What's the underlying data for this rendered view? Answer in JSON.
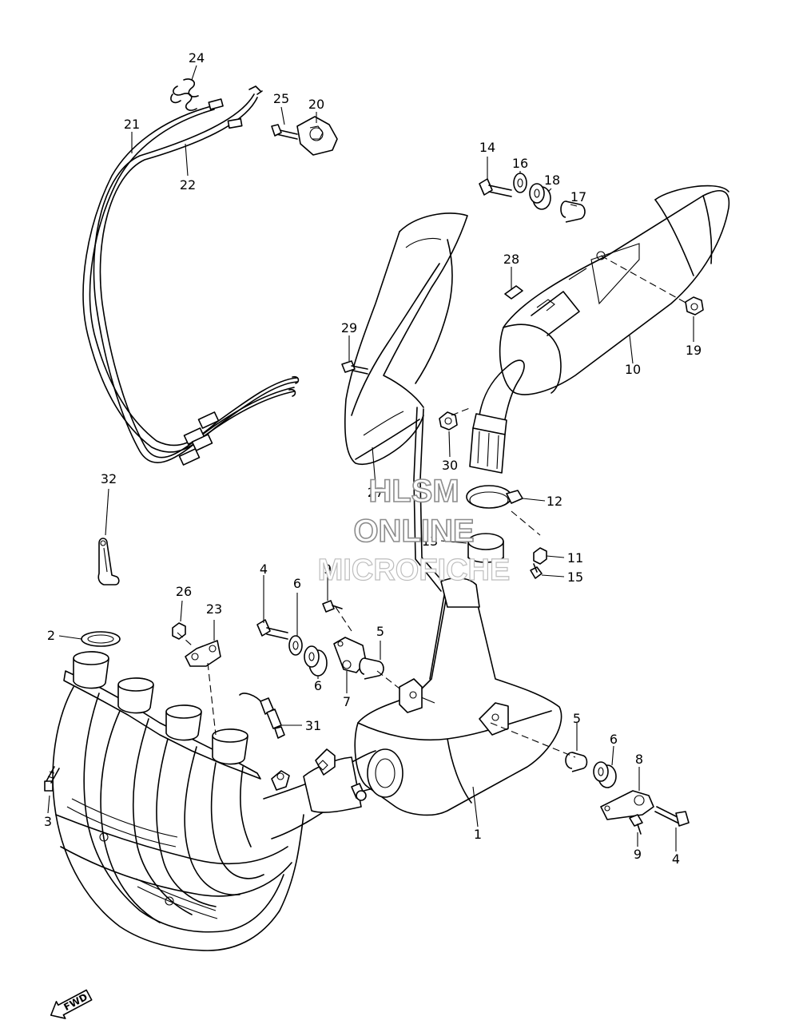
{
  "parts": [
    {
      "id": "p1",
      "number": "1"
    },
    {
      "id": "p2",
      "number": "2"
    },
    {
      "id": "p3",
      "number": "3"
    },
    {
      "id": "p4a",
      "number": "4"
    },
    {
      "id": "p4b",
      "number": "4"
    },
    {
      "id": "p5a",
      "number": "5"
    },
    {
      "id": "p5b",
      "number": "5"
    },
    {
      "id": "p6a",
      "number": "6"
    },
    {
      "id": "p6b",
      "number": "6"
    },
    {
      "id": "p6c",
      "number": "6"
    },
    {
      "id": "p7",
      "number": "7"
    },
    {
      "id": "p8",
      "number": "8"
    },
    {
      "id": "p9a",
      "number": "9"
    },
    {
      "id": "p9b",
      "number": "9"
    },
    {
      "id": "p10",
      "number": "10"
    },
    {
      "id": "p11",
      "number": "11"
    },
    {
      "id": "p12",
      "number": "12"
    },
    {
      "id": "p13",
      "number": "13"
    },
    {
      "id": "p14",
      "number": "14"
    },
    {
      "id": "p15",
      "number": "15"
    },
    {
      "id": "p16",
      "number": "16"
    },
    {
      "id": "p17",
      "number": "17"
    },
    {
      "id": "p18",
      "number": "18"
    },
    {
      "id": "p19",
      "number": "19"
    },
    {
      "id": "p20",
      "number": "20"
    },
    {
      "id": "p21",
      "number": "21"
    },
    {
      "id": "p22",
      "number": "22"
    },
    {
      "id": "p23",
      "number": "23"
    },
    {
      "id": "p24",
      "number": "24"
    },
    {
      "id": "p25",
      "number": "25"
    },
    {
      "id": "p26",
      "number": "26"
    },
    {
      "id": "p27",
      "number": "27"
    },
    {
      "id": "p28",
      "number": "28"
    },
    {
      "id": "p29",
      "number": "29"
    },
    {
      "id": "p30",
      "number": "30"
    },
    {
      "id": "p31",
      "number": "31"
    },
    {
      "id": "p32",
      "number": "32"
    }
  ],
  "watermark": {
    "line1": "HLSM",
    "line2": "ONLINE",
    "line3": "MICROFICHE"
  },
  "direction_arrow": {
    "label": "FWD",
    "icon": "forward-arrow-icon"
  },
  "colors": {
    "line": "#000000",
    "background": "#ffffff",
    "watermark_outline": "#8c8c8c"
  }
}
